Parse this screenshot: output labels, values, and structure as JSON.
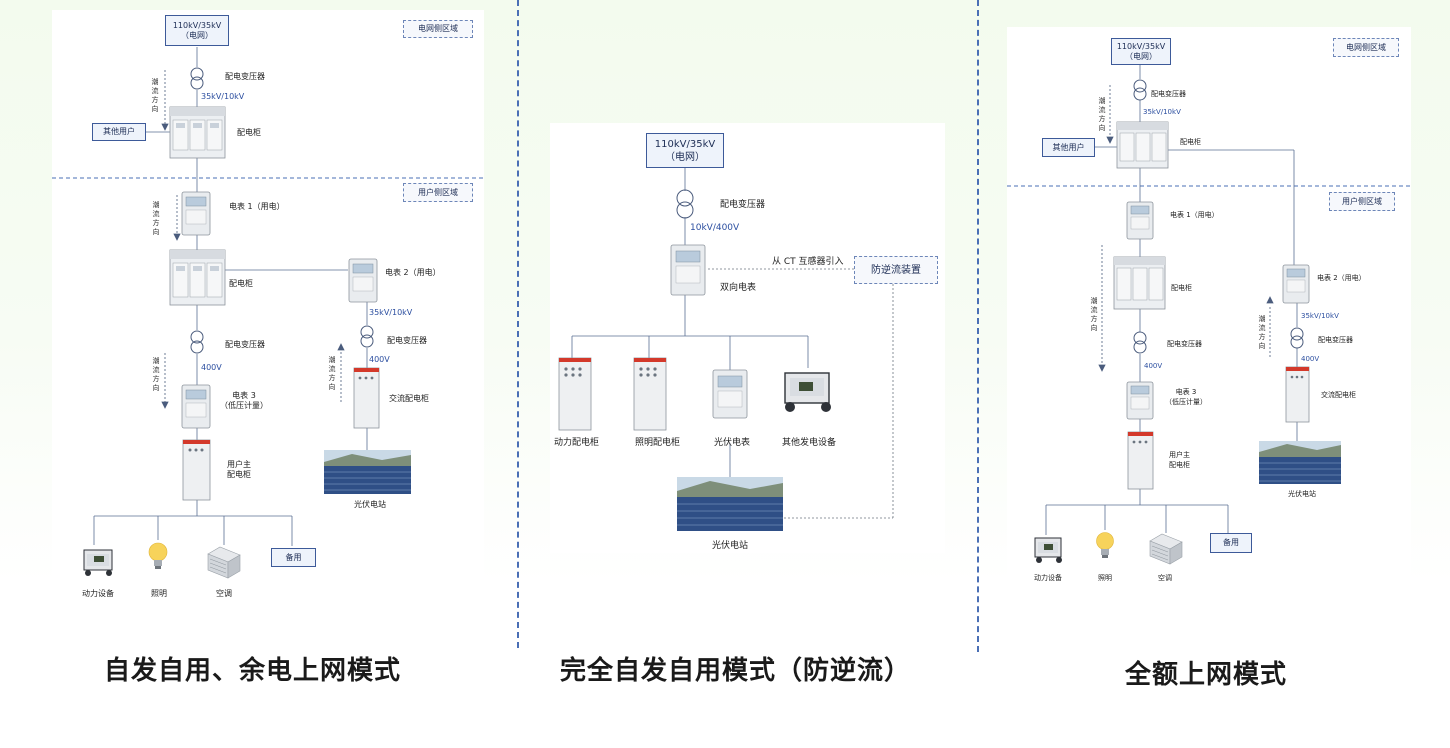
{
  "captions": {
    "left": "自发自用、余电上网模式",
    "middle": "完全自发自用模式（防逆流）",
    "right": "全额上网模式"
  },
  "left": {
    "grid": "110kV/35kV\n（电网）",
    "grid_zone": "电网侧区域",
    "user_zone": "用户侧区域",
    "transformer1": "配电变压器",
    "voltage1": "35kV/10kV",
    "switchgear1": "配电柜",
    "other_users": "其他用户",
    "flow_dir": "潮流方向",
    "meter1": "电表 1（用电）",
    "switchgear2": "配电柜",
    "transformer2": "配电变压器",
    "voltage2": "400V",
    "meter3": "电表 3\n（低压计量）",
    "user_main_cabinet": "用户主\n配电柜",
    "meter2": "电表 2（用电）",
    "voltage3": "35kV/10kV",
    "transformer3": "配电变压器",
    "voltage4": "400V",
    "ac_cabinet": "交流配电柜",
    "pv_station": "光伏电站",
    "loads": [
      "动力设备",
      "照明",
      "空调"
    ],
    "spare": "备用"
  },
  "middle": {
    "grid": "110kV/35kV\n（电网）",
    "transformer": "配电变压器",
    "voltage": "10kV/400V",
    "bidir_meter": "双向电表",
    "ct_text": "从 CT 互感器引入",
    "anti_backflow": "防逆流装置",
    "loads": [
      "动力配电柜",
      "照明配电柜",
      "光伏电表",
      "其他发电设备"
    ],
    "pv_station": "光伏电站"
  },
  "right": {
    "grid": "110kV/35kV\n（电网）",
    "grid_zone": "电网侧区域",
    "user_zone": "用户侧区域",
    "transformer1": "配电变压器",
    "voltage1": "35kV/10kV",
    "switchgear1": "配电柜",
    "other_users": "其他用户",
    "flow_dir": "潮流方向",
    "meter1": "电表 1（用电）",
    "switchgear2": "配电柜",
    "transformer2": "配电变压器",
    "voltage2": "400V",
    "meter3": "电表 3\n（低压计量）",
    "user_main_cabinet": "用户主\n配电柜",
    "meter2": "电表 2（用电）",
    "voltage3": "35kV/10kV",
    "transformer3": "配电变压器",
    "voltage4": "400V",
    "ac_cabinet": "交流配电柜",
    "pv_station": "光伏电站",
    "loads": [
      "动力设备",
      "照明",
      "空调"
    ],
    "spare": "备用"
  },
  "colors": {
    "divider": "#4a6fb5",
    "line": "#5a6f93",
    "label_blue": "#2c4fa0",
    "box_border": "#3d5a99",
    "panel_red": "#d3392b"
  }
}
